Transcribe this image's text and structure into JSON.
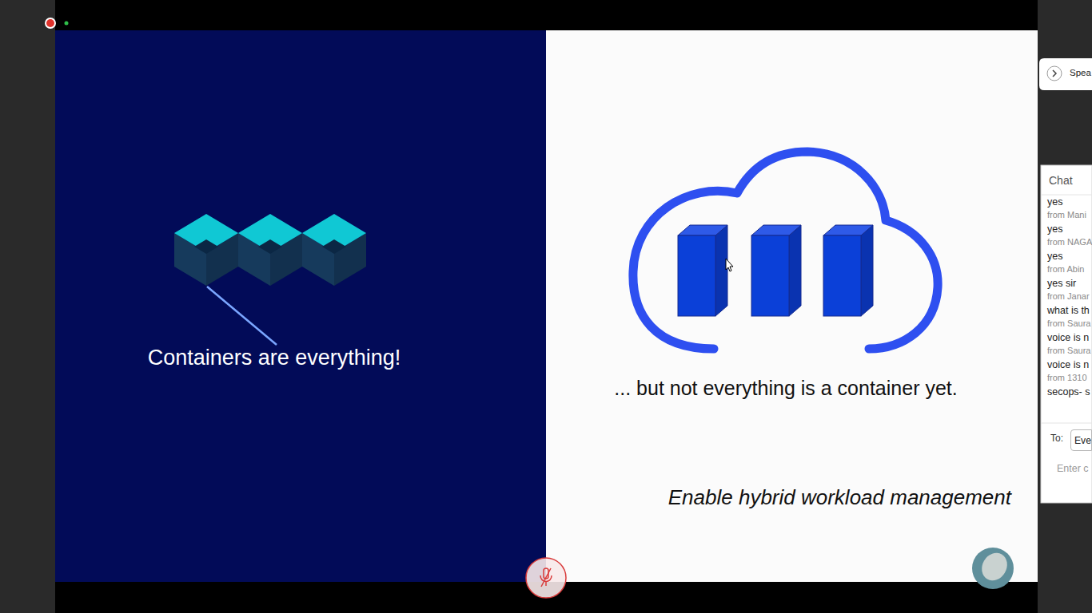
{
  "diagram": {
    "nodes": [
      {
        "text": [
          "Containers are everything!"
        ]
      },
      {
        "text": [
          "... but not everything is a container yet.",
          "Enable hybrid workload management"
        ]
      },
      {
        "text": [
          "Spea"
        ]
      },
      {
        "text": [
          "Chat"
        ]
      },
      {
        "text": [
          "Eve"
        ],
        "in": 3
      }
    ],
    "labels": [
      "yes",
      "from Mani",
      "yes",
      "from NAGA",
      "yes",
      "from Abin",
      "yes sir",
      "from Janar",
      "what is th",
      "from Saura",
      "voice is n",
      "from Saura",
      "voice is n",
      "from 1310",
      "secops- s",
      "To:",
      "Enter c"
    ]
  }
}
